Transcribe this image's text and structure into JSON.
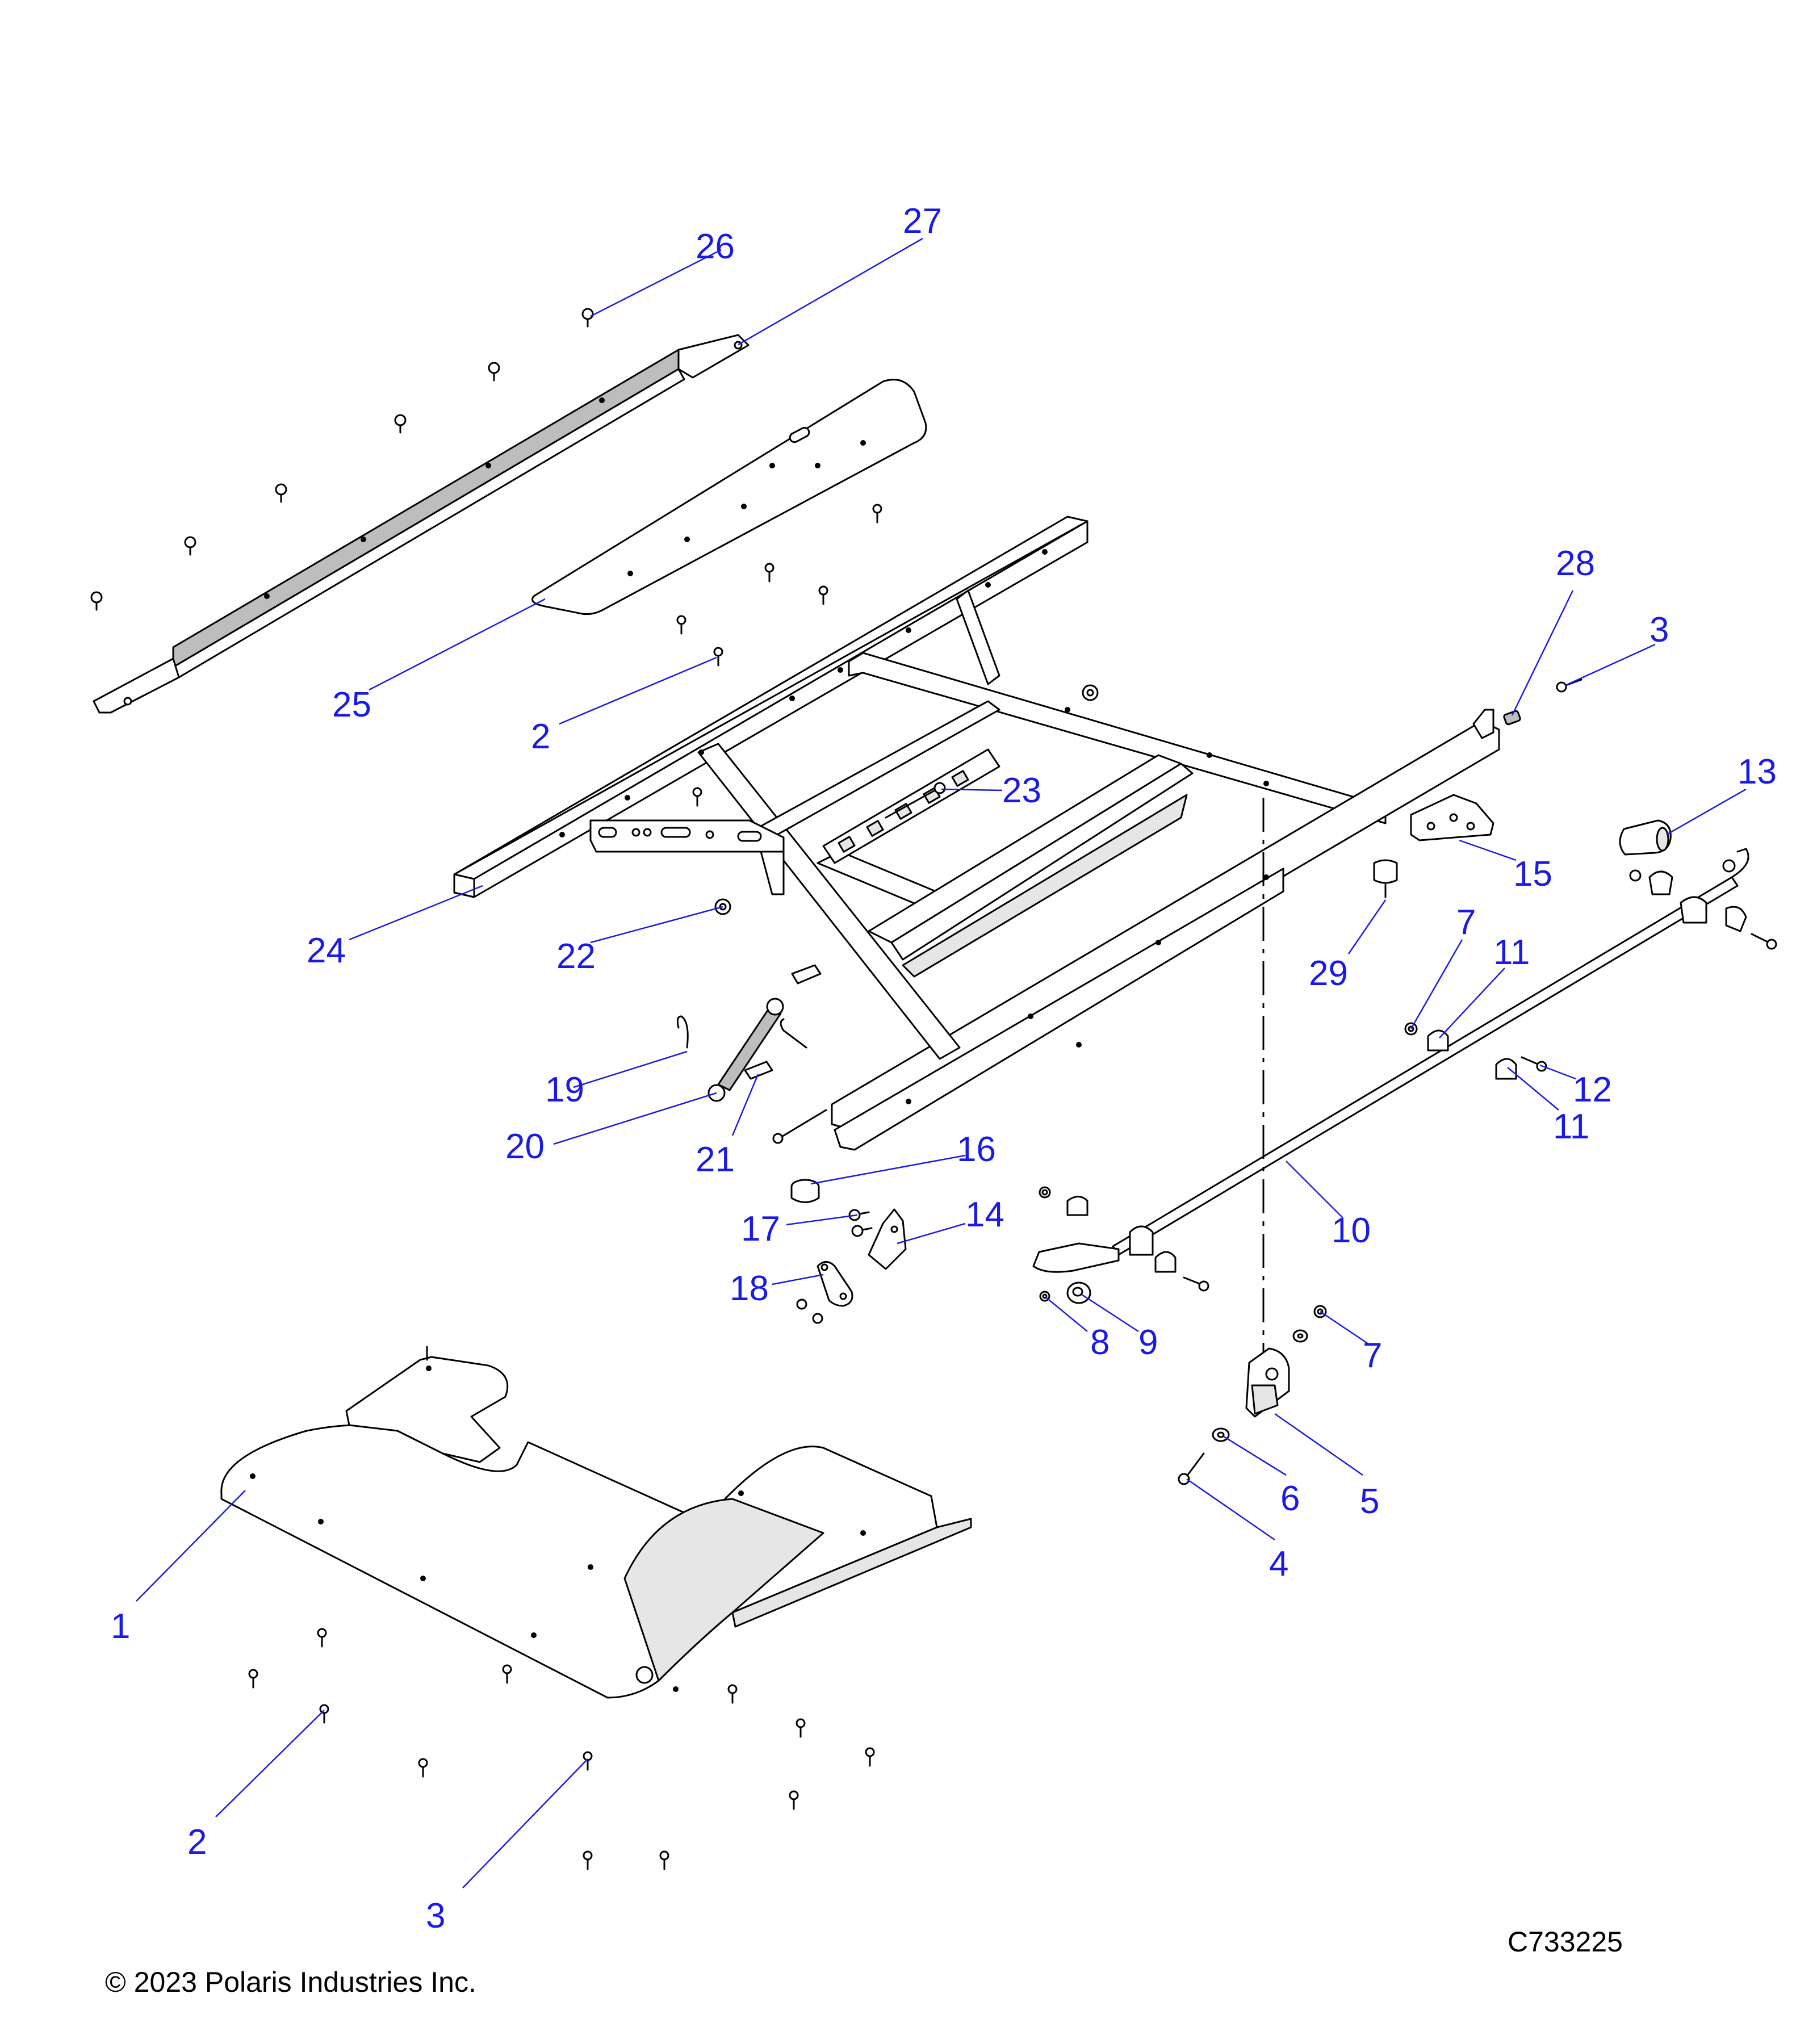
{
  "copyright": "© 2023 Polaris Industries Inc.",
  "diagram_id": "C733225",
  "callouts": [
    {
      "id": "c1",
      "label": "1"
    },
    {
      "id": "c2a",
      "label": "2"
    },
    {
      "id": "c2b",
      "label": "2"
    },
    {
      "id": "c3a",
      "label": "3"
    },
    {
      "id": "c3b",
      "label": "3"
    },
    {
      "id": "c4",
      "label": "4"
    },
    {
      "id": "c5",
      "label": "5"
    },
    {
      "id": "c6",
      "label": "6"
    },
    {
      "id": "c7a",
      "label": "7"
    },
    {
      "id": "c7b",
      "label": "7"
    },
    {
      "id": "c8",
      "label": "8"
    },
    {
      "id": "c9",
      "label": "9"
    },
    {
      "id": "c10",
      "label": "10"
    },
    {
      "id": "c11a",
      "label": "11"
    },
    {
      "id": "c11b",
      "label": "11"
    },
    {
      "id": "c12",
      "label": "12"
    },
    {
      "id": "c13",
      "label": "13"
    },
    {
      "id": "c14",
      "label": "14"
    },
    {
      "id": "c15",
      "label": "15"
    },
    {
      "id": "c16",
      "label": "16"
    },
    {
      "id": "c17",
      "label": "17"
    },
    {
      "id": "c18",
      "label": "18"
    },
    {
      "id": "c19",
      "label": "19"
    },
    {
      "id": "c20",
      "label": "20"
    },
    {
      "id": "c21",
      "label": "21"
    },
    {
      "id": "c22",
      "label": "22"
    },
    {
      "id": "c23",
      "label": "23"
    },
    {
      "id": "c24",
      "label": "24"
    },
    {
      "id": "c25",
      "label": "25"
    },
    {
      "id": "c26",
      "label": "26"
    },
    {
      "id": "c27",
      "label": "27"
    },
    {
      "id": "c28",
      "label": "28"
    },
    {
      "id": "c29",
      "label": "29"
    }
  ],
  "colors": {
    "callout": "#1a1ae6",
    "line": "#000000",
    "background": "#ffffff"
  }
}
